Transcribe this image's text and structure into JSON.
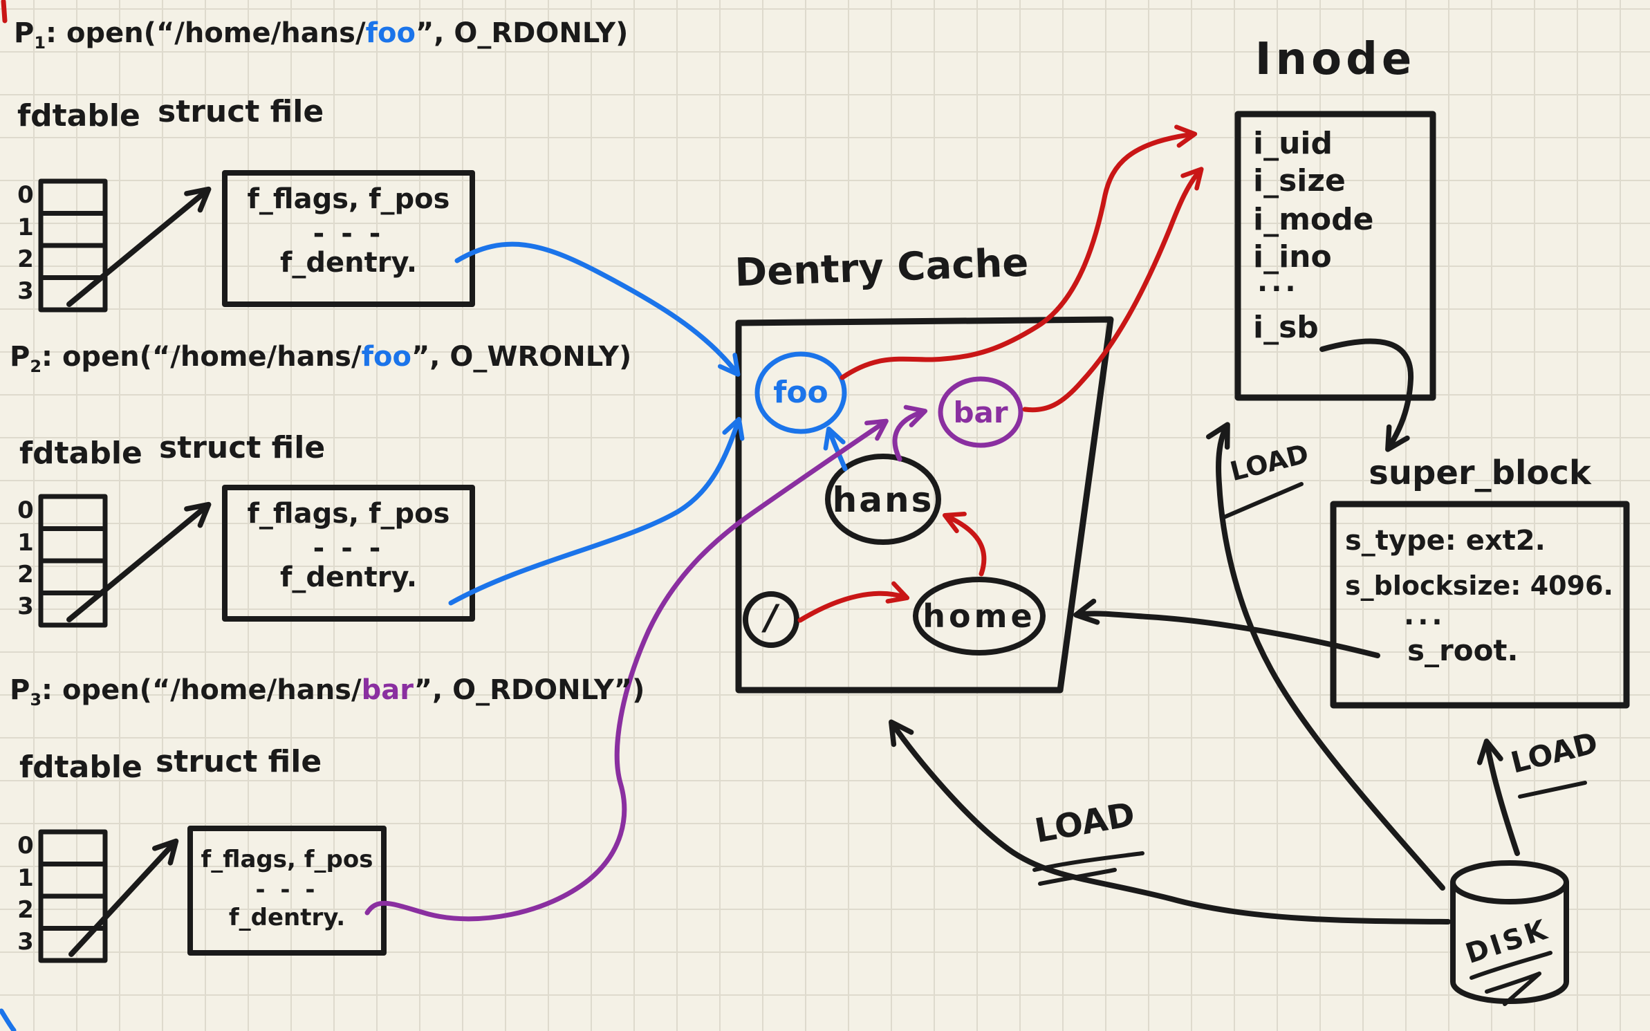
{
  "colors": {
    "ink": "#1a1a1a",
    "red": "#c91616",
    "blue": "#1b74ea",
    "purple": "#8a2fa0",
    "paper": "#f4f1e6",
    "grid": "#dedacd"
  },
  "processes": [
    {
      "p": "P",
      "sub": "1",
      "call_prefix": ": open(“/home/hans/",
      "file": "foo",
      "call_suffix": "”, O_RDONLY)",
      "fdtable_label": "fdtable",
      "structfile_label": "struct file",
      "rows": [
        "0",
        "1",
        "2",
        "3"
      ],
      "box": {
        "line1": "f_flags, f_pos",
        "dots": "- - -",
        "line2": "f_dentry."
      }
    },
    {
      "p": "P",
      "sub": "2",
      "call_prefix": ": open(“/home/hans/",
      "file": "foo",
      "call_suffix": "”, O_WRONLY)",
      "fdtable_label": "fdtable",
      "structfile_label": "struct file",
      "rows": [
        "0",
        "1",
        "2",
        "3"
      ],
      "box": {
        "line1": "f_flags, f_pos",
        "dots": "- - -",
        "line2": "f_dentry."
      }
    },
    {
      "p": "P",
      "sub": "3",
      "call_prefix": ": open(“/home/hans/",
      "file": "bar",
      "call_suffix": "”, O_RDONLY”)",
      "fdtable_label": "fdtable",
      "structfile_label": "struct file",
      "rows": [
        "0",
        "1",
        "2",
        "3"
      ],
      "box": {
        "line1": "f_flags, f_pos",
        "dots": "- - -",
        "line2": "f_dentry."
      }
    }
  ],
  "dentry_cache": {
    "title": "Dentry Cache",
    "nodes": {
      "root": "/",
      "home": "home",
      "hans": "hans",
      "foo": "foo",
      "bar": "bar"
    }
  },
  "inode": {
    "title": "Inode",
    "fields": [
      "i_uid",
      "i_size",
      "i_mode",
      "i_ino"
    ],
    "dots": "···",
    "sb_field": "i_sb"
  },
  "super_block": {
    "title": "super_block",
    "type_line": "s_type: ext2.",
    "blocksize_line": "s_blocksize: 4096.",
    "dots": "···",
    "root_field": "s_root."
  },
  "disk": {
    "label": "DISK"
  },
  "loads": {
    "to_inode": "LOAD",
    "to_dentry_cache": "LOAD",
    "to_super_block": "LOAD"
  }
}
